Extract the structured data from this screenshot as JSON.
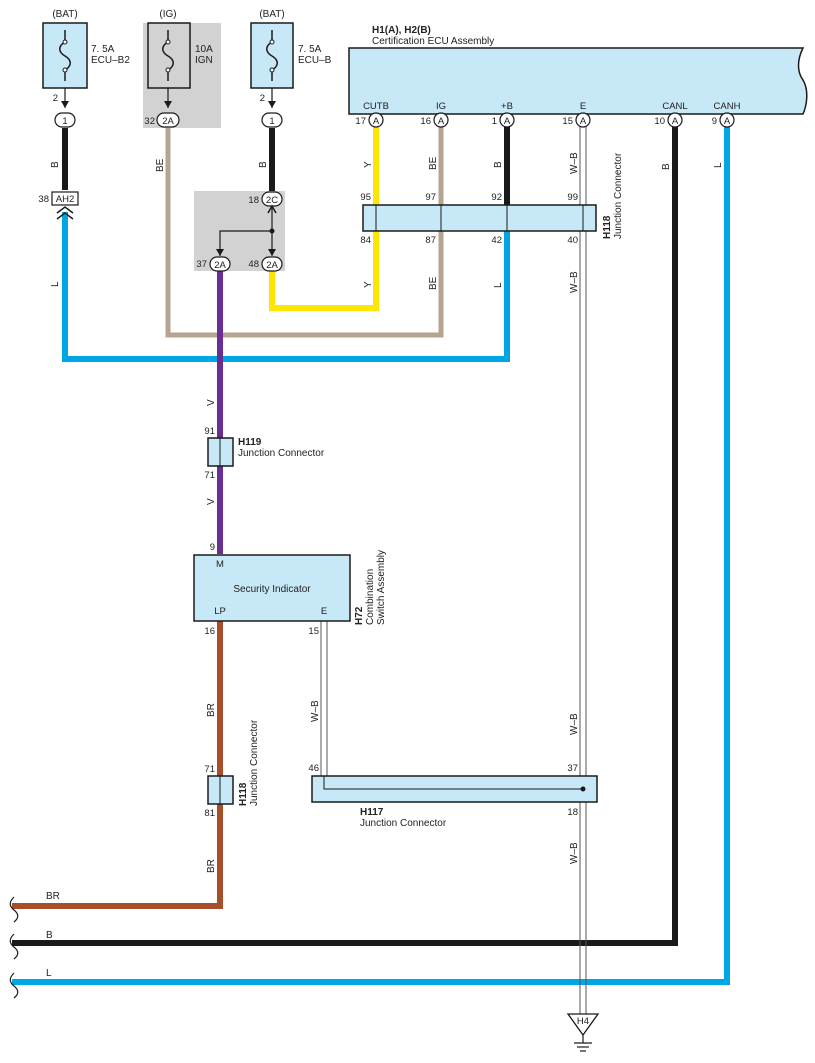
{
  "fuses": {
    "ecu_b2": {
      "source": "(BAT)",
      "rating": "7. 5A",
      "name": "ECU–B2",
      "pin_top": "2",
      "connector": "1"
    },
    "ign": {
      "source": "(IG)",
      "rating": "10A",
      "name": "IGN",
      "pin_top": "32",
      "connector": "2A"
    },
    "ecu_b": {
      "source": "(BAT)",
      "rating": "7. 5A",
      "name": "ECU–B",
      "pin_top": "2",
      "connector": "1"
    }
  },
  "cert_ecu": {
    "id": "H1(A), H2(B)",
    "name": "Certification ECU Assembly",
    "terminals": [
      {
        "name": "CUTB",
        "pin": "17",
        "conn": "A"
      },
      {
        "name": "IG",
        "pin": "16",
        "conn": "A"
      },
      {
        "name": "+B",
        "pin": "1",
        "conn": "A"
      },
      {
        "name": "E",
        "pin": "15",
        "conn": "A"
      },
      {
        "name": "CANL",
        "pin": "10",
        "conn": "A"
      },
      {
        "name": "CANH",
        "pin": "9",
        "conn": "A"
      }
    ]
  },
  "ah2": {
    "pin": "38",
    "label": "AH2"
  },
  "jb": {
    "pin_in": "18",
    "conn_in": "2C",
    "pin_out1": "37",
    "conn_out1": "2A",
    "pin_out2": "48",
    "conn_out2": "2A"
  },
  "h118_top": {
    "id": "H118",
    "name": "Junction Connector",
    "top_pins": [
      "95",
      "97",
      "92",
      "99"
    ],
    "bottom_pins": [
      "84",
      "87",
      "42",
      "40"
    ]
  },
  "h119": {
    "id": "H119",
    "name": "Junction Connector",
    "pin_top": "91",
    "pin_bottom": "71"
  },
  "security": {
    "name": "Security Indicator",
    "pin_m_num": "9",
    "pin_m": "M",
    "pin_lp": "LP",
    "pin_e": "E",
    "pin_lp_num": "16",
    "pin_e_num": "15",
    "id": "H72",
    "assy_1": "Combination",
    "assy_2": "Switch Assembly"
  },
  "h118_bottom": {
    "id": "H118",
    "name": "Junction Connector",
    "pin_top": "71",
    "pin_bottom": "81"
  },
  "h117": {
    "id": "H117",
    "name": "Junction Connector",
    "pin_left": "46",
    "pin_right": "37",
    "pin_bottom": "18"
  },
  "ground": {
    "label": "H4"
  },
  "wire_colors": {
    "b": "B",
    "be": "BE",
    "l": "L",
    "y": "Y",
    "v": "V",
    "wb": "W–B",
    "br": "BR"
  },
  "edge_labels": {
    "br": "BR",
    "b": "B",
    "l": "L"
  },
  "colors": {
    "black": "#1a1a1a",
    "beige": "#b5a590",
    "blue": "#00a6e4",
    "yellow": "#ffe600",
    "violet": "#6a2d91",
    "brown": "#a64f2b",
    "box_fill": "#c6e8f7",
    "shade": "#d2d2d2"
  }
}
